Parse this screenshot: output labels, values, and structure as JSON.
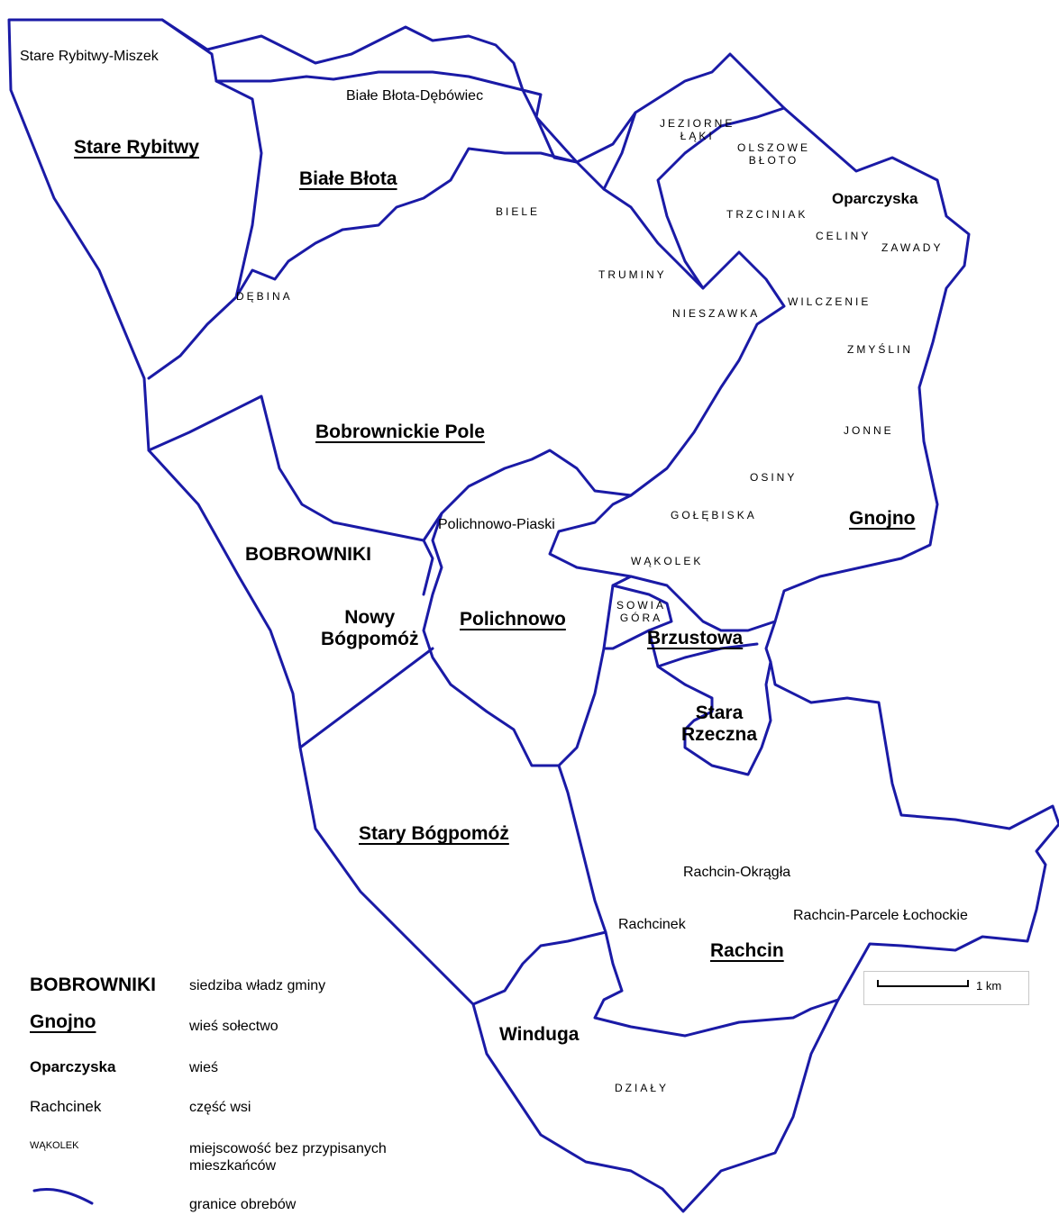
{
  "colors": {
    "boundary": "#1a1aa6",
    "text": "#000000",
    "background": "#ffffff"
  },
  "labels": {
    "stare_rybitwy_miszek": "Stare Rybitwy-Miszek",
    "stare_rybitwy": "Stare Rybitwy",
    "biale_blota_debowiec": "Białe Błota-Dębówiec",
    "biale_blota": "Białe Błota",
    "jeziorne_laki_1": "JEZIORNE",
    "jeziorne_laki_2": "ŁĄKI",
    "olszowe_bloto_1": "OLSZOWE",
    "olszowe_bloto_2": "BŁOTO",
    "oparczyska": "Oparczyska",
    "biele": "BIELE",
    "trzciniak": "TRZCINIAK",
    "celiny": "CELINY",
    "zawady": "ZAWADY",
    "truminy": "TRUMINY",
    "debina": "DĘBINA",
    "nieszawka": "NIESZAWKA",
    "wilczenie": "WILCZENIE",
    "zmyslin": "ZMYŚLIN",
    "bobrownickie_pole": "Bobrownickie Pole",
    "jonne": "JONNE",
    "osiny": "OSINY",
    "golebiska": "GOŁĘBISKA",
    "gnojno": "Gnojno",
    "polichnowo_piaski": "Polichnowo-Piaski",
    "bobrowniki": "BOBROWNIKI",
    "wakolek": "WĄKOLEK",
    "sowia_gora_1": "SOWIA",
    "sowia_gora_2": "GÓRA",
    "nowy_bogpomoz_1": "Nowy",
    "nowy_bogpomoz_2": "Bógpomóż",
    "polichnowo": "Polichnowo",
    "brzustowa": "Brzustowa",
    "stara_rzeczna_1": "Stara",
    "stara_rzeczna_2": "Rzeczna",
    "stary_bogpomoz": "Stary Bógpomóż",
    "rachcin_okragla": "Rachcin-Okrągła",
    "rachcinek": "Rachcinek",
    "rachcin_parcele": "Rachcin-Parcele Łochockie",
    "rachcin": "Rachcin",
    "winduga": "Winduga",
    "dzialy": "DZIAŁY"
  },
  "legend": {
    "seat_sample": "BOBROWNIKI",
    "seat_desc": "siedziba władz gminy",
    "soltys_sample": "Gnojno",
    "soltys_desc": "wieś sołectwo",
    "village_sample": "Oparczyska",
    "village_desc": "wieś",
    "part_sample": "Rachcinek",
    "part_desc": "część wsi",
    "locality_sample": "WĄKOLEK",
    "locality_desc_1": "miejscowość bez przypisanych",
    "locality_desc_2": "mieszkańców",
    "boundary_desc": "granice obrebów"
  },
  "scale": {
    "label": "1 km"
  }
}
